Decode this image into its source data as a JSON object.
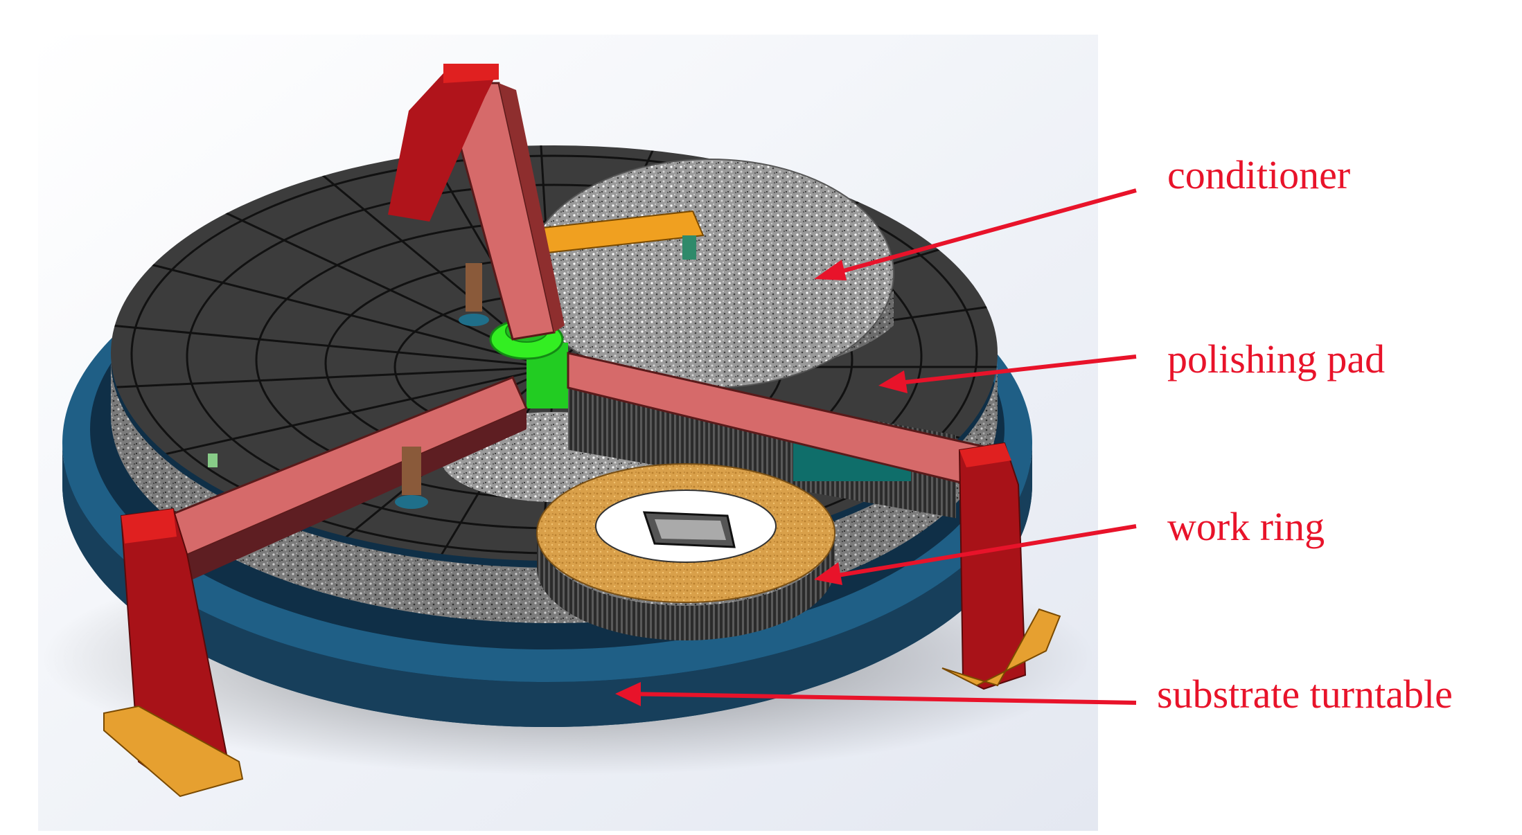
{
  "figure": {
    "labels": {
      "conditioner": "conditioner",
      "polishing_pad": "polishing pad",
      "work_ring": "work ring",
      "substrate_turntable": "substrate turntable"
    }
  },
  "colors": {
    "label_red": "#e8132a",
    "pillar_red": "#c8161c",
    "arm_pink": "#d66a6a",
    "tray_blue": "#1f5f86",
    "hub_green": "#33ee22",
    "conditioner_arm_orange": "#f0a020",
    "work_ring_tan": "#d9a04a",
    "granite_gray": "#8a8a8a",
    "pad_tile_dark": "#3a3a3a"
  }
}
